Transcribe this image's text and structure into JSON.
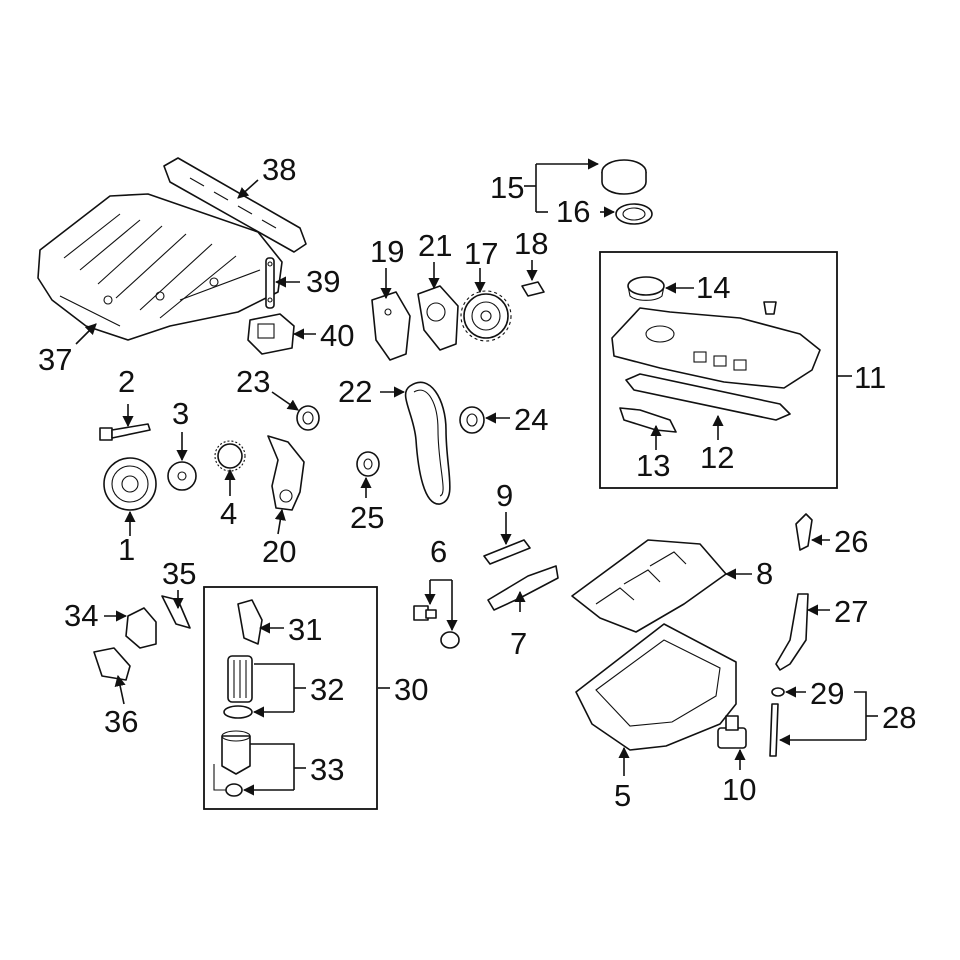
{
  "diagram": {
    "callouts": {
      "c1": "1",
      "c2": "2",
      "c3": "3",
      "c4": "4",
      "c5": "5",
      "c6": "6",
      "c7": "7",
      "c8": "8",
      "c9": "9",
      "c10": "10",
      "c11": "11",
      "c12": "12",
      "c13": "13",
      "c14": "14",
      "c15": "15",
      "c16": "16",
      "c17": "17",
      "c18": "18",
      "c19": "19",
      "c20": "20",
      "c21": "21",
      "c22": "22",
      "c23": "23",
      "c24": "24",
      "c25": "25",
      "c26": "26",
      "c27": "27",
      "c28": "28",
      "c29": "29",
      "c30": "30",
      "c31": "31",
      "c32": "32",
      "c33": "33",
      "c34": "34",
      "c35": "35",
      "c36": "36",
      "c37": "37",
      "c38": "38",
      "c39": "39",
      "c40": "40"
    },
    "colors": {
      "line": "#111111",
      "background": "#ffffff"
    }
  }
}
